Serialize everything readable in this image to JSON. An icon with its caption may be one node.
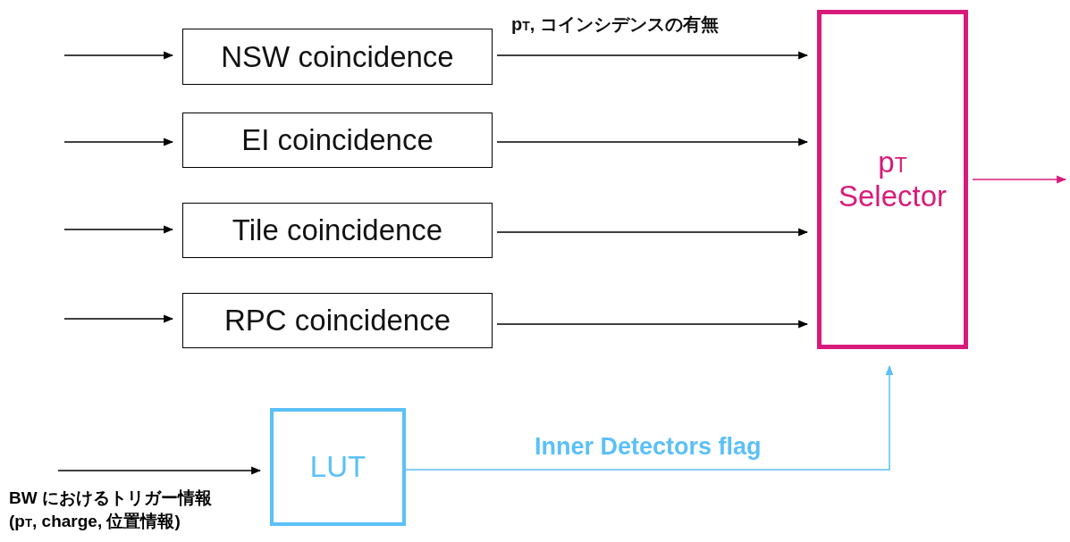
{
  "diagram": {
    "nodes": [
      {
        "text": [
          "NSW coincidence"
        ]
      },
      {
        "text": [
          "EI coincidence"
        ]
      },
      {
        "text": [
          "Tile coincidence"
        ]
      },
      {
        "text": [
          "RPC coincidence"
        ]
      },
      {
        "text": [
          "p$_{T}$ Selector"
        ]
      },
      {
        "text": [
          "LUT"
        ]
      }
    ],
    "edges": [
      {
        "from": null,
        "to": 0,
        "arrow": "to"
      },
      {
        "from": null,
        "to": 1,
        "arrow": "to"
      },
      {
        "from": null,
        "to": 2,
        "arrow": "to"
      },
      {
        "from": null,
        "to": 3,
        "arrow": "to"
      },
      {
        "from": 0,
        "to": 4,
        "arrow": "to",
        "label": "p$_{T}$, コインシデンスの有無"
      },
      {
        "from": 1,
        "to": 4,
        "arrow": "to"
      },
      {
        "from": 2,
        "to": 4,
        "arrow": "to"
      },
      {
        "from": 3,
        "to": 4,
        "arrow": "to"
      },
      {
        "from": 4,
        "to": null,
        "arrow": "to",
        "color": "#d81b7a"
      },
      {
        "from": null,
        "to": 5,
        "arrow": "to"
      },
      {
        "from": 5,
        "to": 4,
        "arrow": "to",
        "label": "Inner Detectors flag",
        "color": "#5bc0f8"
      }
    ],
    "labels": [
      "BW におけるトリガー情報 (p$_{T}$, charge, 位置情報)"
    ]
  }
}
